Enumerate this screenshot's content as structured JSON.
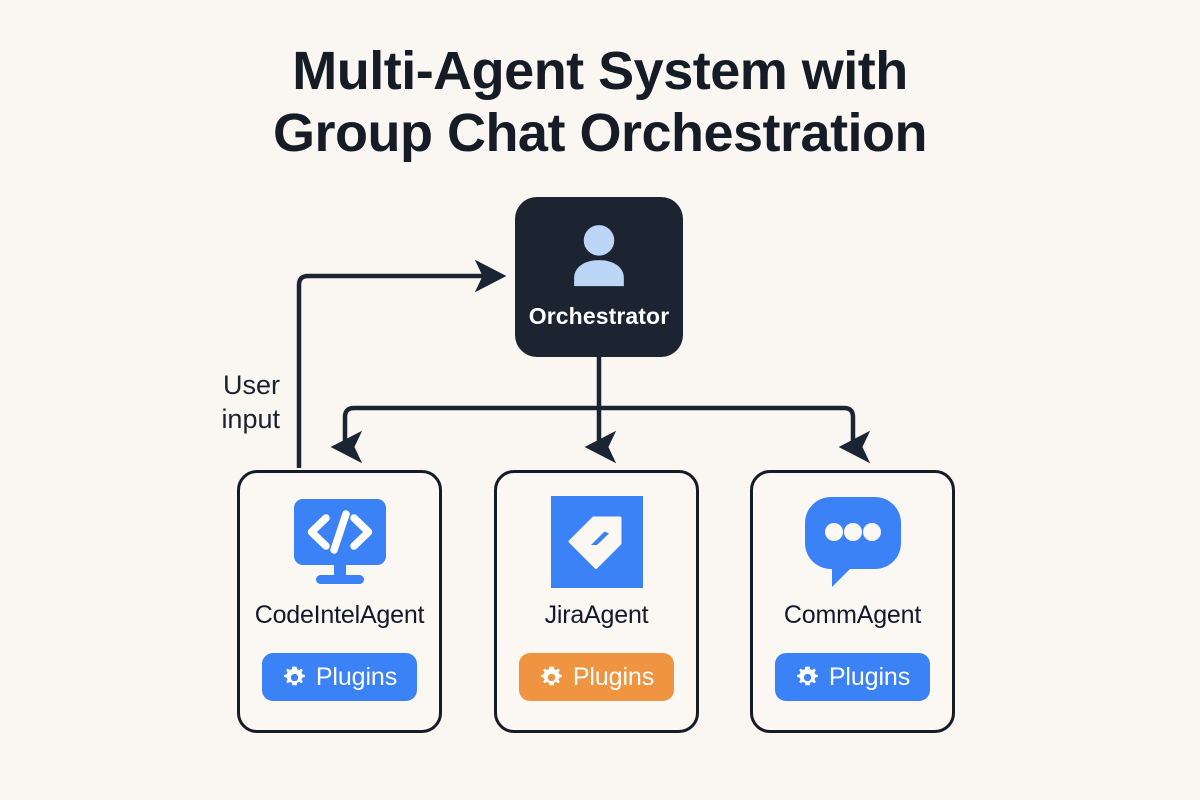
{
  "background_color": "#faf7f2",
  "title": {
    "line1": "Multi-Agent System with",
    "line2": "Group Chat Orchestration",
    "color": "#151c26"
  },
  "orchestrator": {
    "label": "Orchestrator",
    "icon": "person-icon",
    "box_color": "#1b2430",
    "icon_color": "#bcd6f8",
    "label_color": "#ffffff"
  },
  "flow": {
    "user_input_label_line1": "User",
    "user_input_label_line2": "input",
    "connector_color": "#1b2433",
    "description": "User input enters the Orchestrator; Orchestrator fans out to three agents"
  },
  "agents": [
    {
      "name": "CodeIntelAgent",
      "icon": "code-monitor-icon",
      "icon_color": "#3b82f6",
      "plugins": {
        "label": "Plugins",
        "icon": "gear-icon",
        "badge_color": "#3b82f6",
        "text_color": "#ffffff"
      }
    },
    {
      "name": "JiraAgent",
      "icon": "tag-label-icon",
      "icon_color": "#3b82f6",
      "plugins": {
        "label": "Plugins",
        "icon": "gear-icon",
        "badge_color": "#ef9440",
        "text_color": "#ffffff"
      }
    },
    {
      "name": "CommAgent",
      "icon": "chat-bubble-icon",
      "icon_color": "#3b82f6",
      "plugins": {
        "label": "Plugins",
        "icon": "gear-icon",
        "badge_color": "#3b82f6",
        "text_color": "#ffffff"
      }
    }
  ]
}
